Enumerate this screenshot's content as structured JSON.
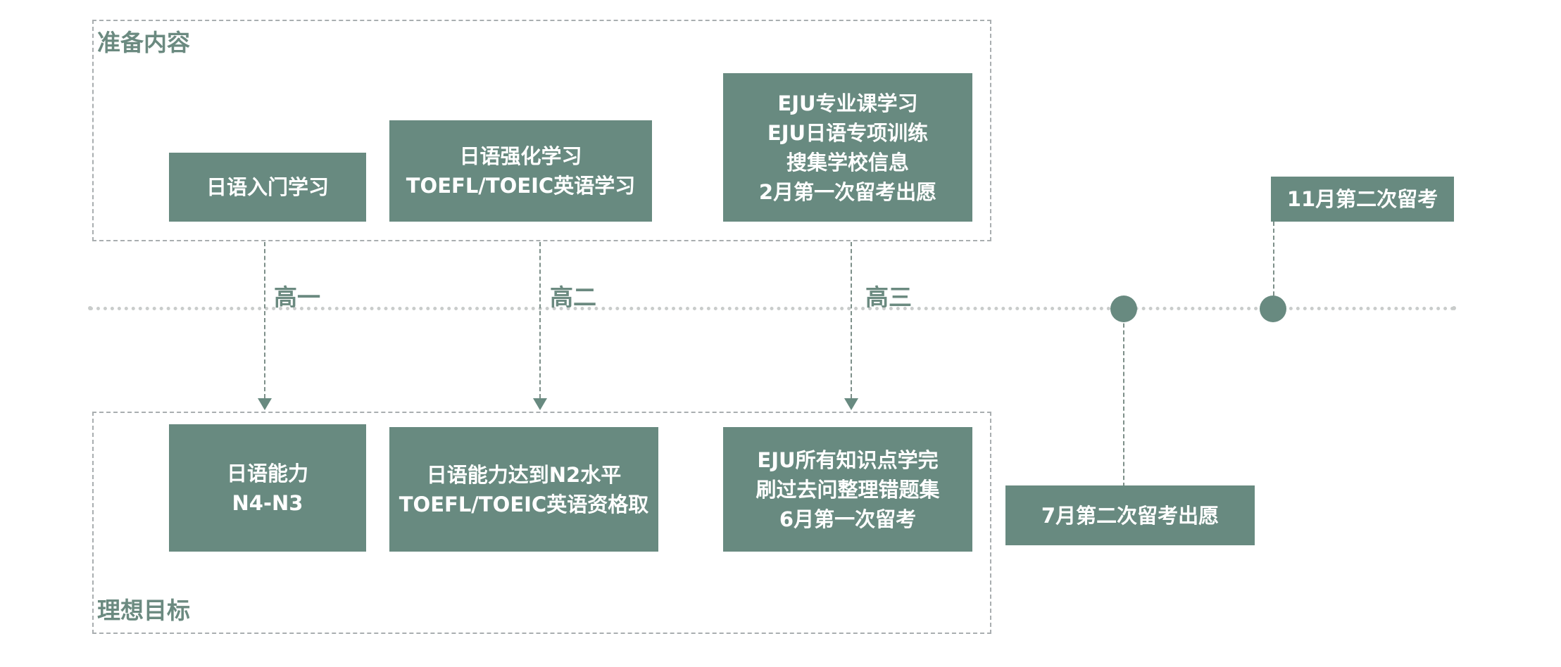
{
  "sections": {
    "top": "准备内容",
    "bottom": "理想目标"
  },
  "grades": [
    "高一",
    "高二",
    "高三"
  ],
  "preparation": [
    {
      "lines": [
        "日语入门学习"
      ]
    },
    {
      "lines": [
        "日语强化学习",
        "TOEFL/TOEIC英语学习"
      ]
    },
    {
      "lines": [
        "EJU专业课学习",
        "EJU日语专项训练",
        "搜集学校信息",
        "2月第一次留考出愿"
      ]
    }
  ],
  "goals": [
    {
      "lines": [
        "日语能力",
        "N4-N3"
      ]
    },
    {
      "lines": [
        "日语能力达到N2水平",
        "TOEFL/TOEIC英语资格取"
      ]
    },
    {
      "lines": [
        "EJU所有知识点学完",
        "刷过去问整理错题集",
        "6月第一次留考"
      ]
    }
  ],
  "milestones": [
    {
      "lines": [
        "7月第二次留考出愿"
      ],
      "position": "below"
    },
    {
      "lines": [
        "11月第二次留考"
      ],
      "position": "above"
    }
  ],
  "colors": {
    "box_fill": "#688a80",
    "label_text": "#6b8a80",
    "frame_border": "#a9aeb0",
    "axis": "#c9cccb"
  }
}
